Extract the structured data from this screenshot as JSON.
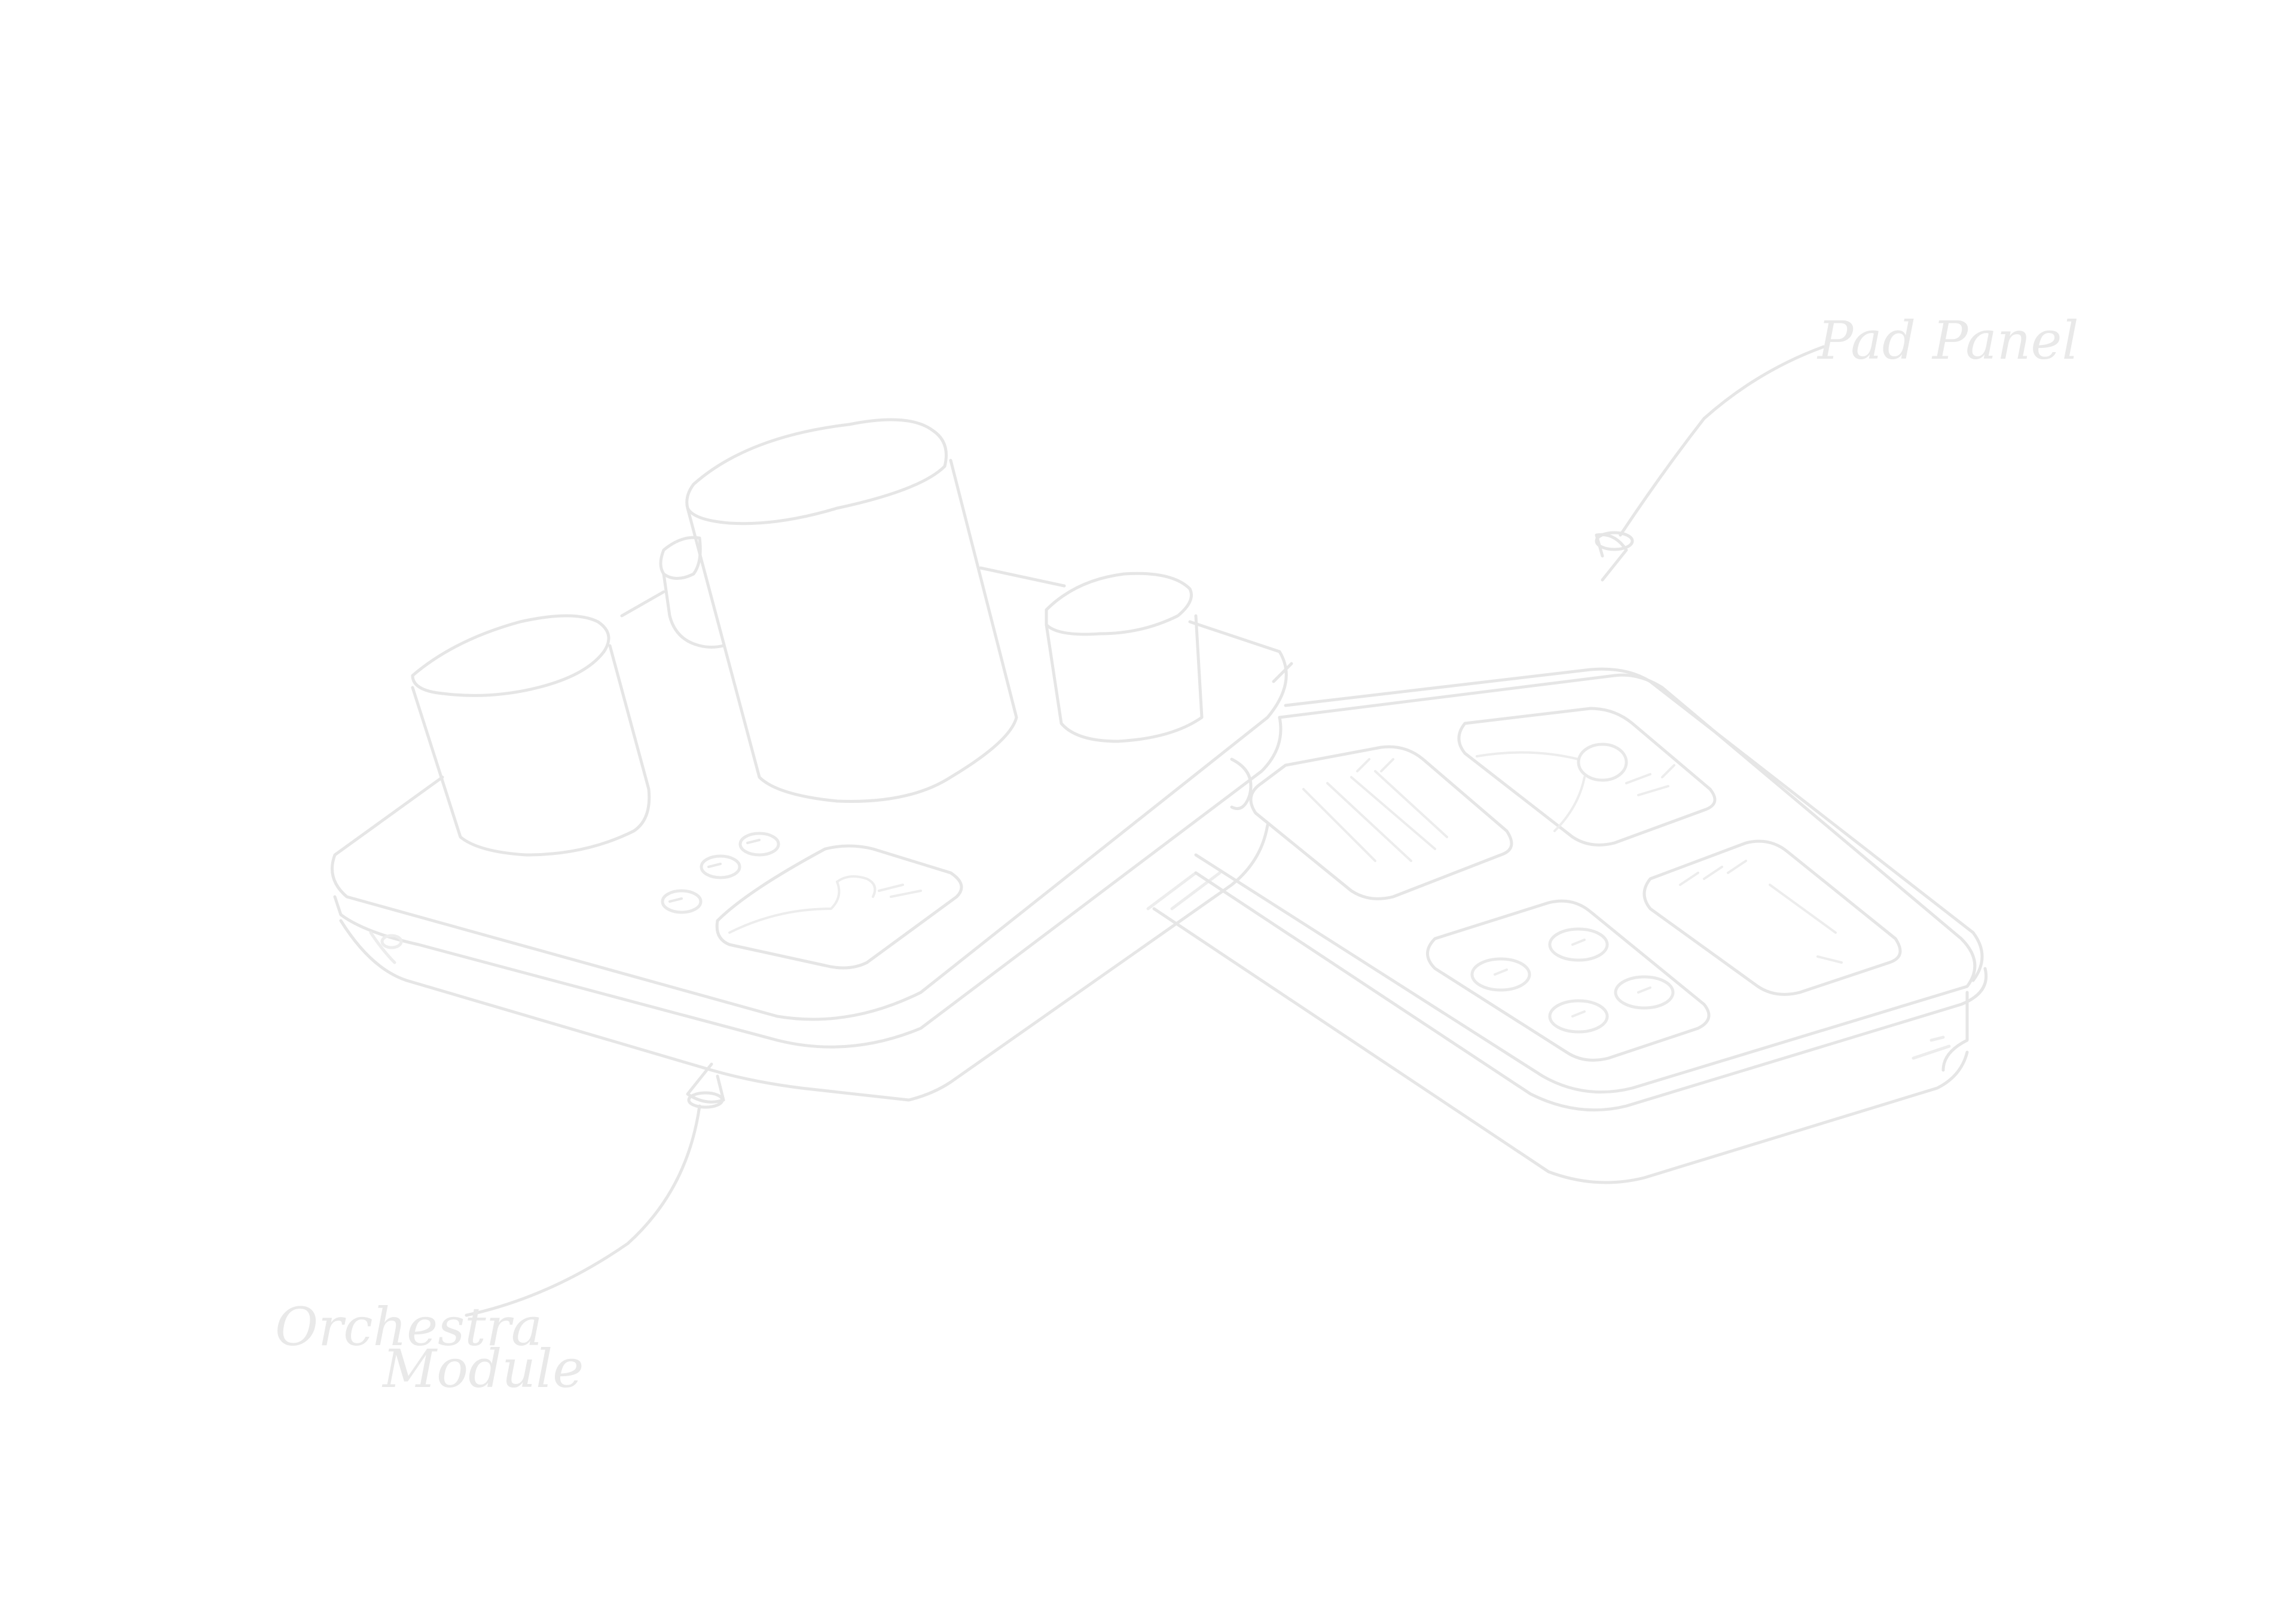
{
  "canvas": {
    "background": "#ffffff",
    "stroke": "#e6e6e6",
    "stroke_faint": "#efefef",
    "label_color": "#e9e9e9"
  },
  "annotations": {
    "left_label_line1": "Orchestra",
    "left_label_line2": "Module",
    "right_label": "Pad Panel"
  },
  "modules": [
    {
      "name": "orchestra-module",
      "knobs": 3,
      "buttons": 3,
      "pads": 1
    },
    {
      "name": "pad-panel",
      "pads": 4,
      "small_buttons": 4
    }
  ]
}
